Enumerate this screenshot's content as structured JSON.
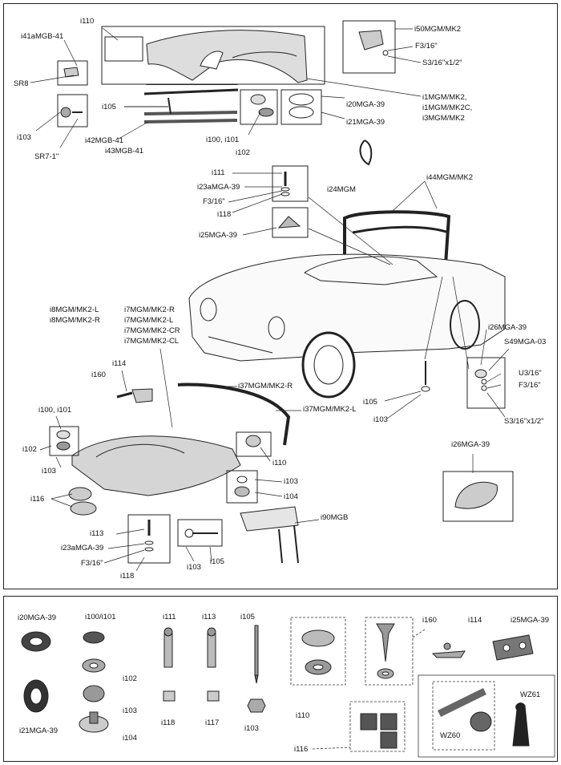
{
  "main_diagram": {
    "labels": {
      "i110_top": "i110",
      "i41a": "i41aMGB-41",
      "sr8": "SR8",
      "i105_top": "i105",
      "i103_left": "i103",
      "sr7": "SR7-1\"",
      "i42": "i42MGB-41",
      "i43": "i43MGB-41",
      "i100_top": "i100, i101",
      "i102_top": "i102",
      "i20_top": "i20MGA-39",
      "i21_top": "i21MGA-39",
      "i50": "i50MGM/MK2",
      "f3_top": "F3/16\"",
      "s3_top": "S3/16\"x1/2\"",
      "i1_line1": "i1MGM/MK2,",
      "i1_line2": "i1MGM/MK2C,",
      "i1_line3": "i3MGM/MK2",
      "i24": "i24MGM",
      "i44": "i44MGM/MK2",
      "i111": "i111",
      "i23a_mid": "i23aMGA-39",
      "f3_mid": "F3/16\"",
      "i118_mid": "i118",
      "i25_mid": "i25MGA-39",
      "i8_line1": "i8MGM/MK2-L",
      "i8_line2": "i8MGM/MK2-R",
      "i7_line1": "i7MGM/MK2-R",
      "i7_line2": "i7MGM/MK2-L",
      "i7_line3": "i7MGM/MK2-CR",
      "i7_line4": "i7MGM/MK2-CL",
      "i114_mid": "i114",
      "i160_mid": "i160",
      "i37r": "i37MGM/MK2-R",
      "i37l": "i37MGM/MK2-L",
      "i100_mid": "i100, i101",
      "i102_mid": "i102",
      "i103_mid": "i103",
      "i110_mid": "i110",
      "i103_mid2": "i103",
      "i104_mid": "i104",
      "i116_mid": "i116",
      "i90": "i90MGB",
      "i113_mid": "i113",
      "i23a_low": "i23aMGA-39",
      "f3_low": "F3/16\"",
      "i118_low": "i118",
      "i103_low": "i103",
      "i105_low": "i105",
      "i105_right": "i105",
      "i103_right": "i103",
      "i26_a": "i26MGA-39",
      "s49": "S49MGA-03",
      "u3": "U3/16\"",
      "f3_right": "F3/16\"",
      "s3_right": "S3/16\"x1/2\"",
      "i26_b": "i26MGA-39"
    }
  },
  "legend": {
    "labels": {
      "i20": "i20MGA-39",
      "i21": "i21MGA-39",
      "i100": "i100/i101",
      "i102": "i102",
      "i103a": "i103",
      "i104": "i104",
      "i111": "i111",
      "i113": "i113",
      "i118": "i118",
      "i117": "i117",
      "i105": "i105",
      "i103b": "i103",
      "i110": "i110",
      "i116": "i116",
      "i160": "i160",
      "i114": "i114",
      "i25": "i25MGA-39",
      "wz61": "WZ61",
      "wz60": "WZ60"
    }
  }
}
